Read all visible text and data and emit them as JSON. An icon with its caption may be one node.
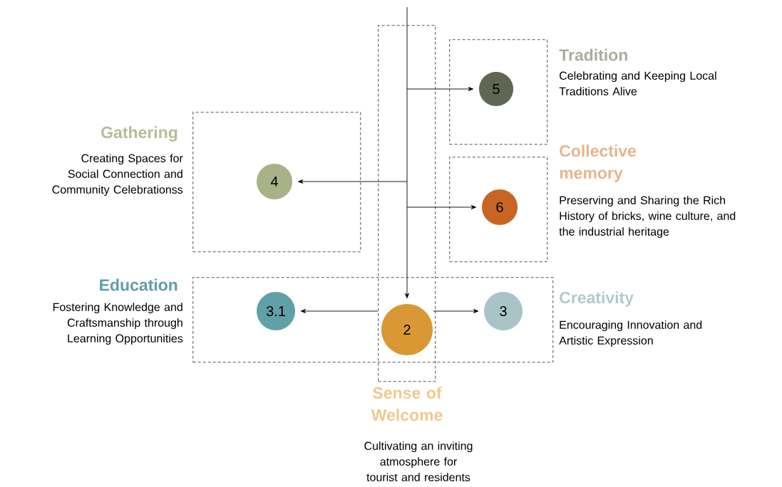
{
  "diagram": {
    "nodes": [
      {
        "text": [
          "Sense of Welcome",
          "Cultivating an inviting atmosphere for tourist and residents"
        ]
      },
      {
        "text": [
          "Tradition",
          "Celebrating and Keeping Local Traditions Alive"
        ]
      },
      {
        "text": [
          "5"
        ],
        "in": 1
      },
      {
        "text": [
          "Gathering",
          "Creating Spaces for Social Connection and Community Celebrationss"
        ]
      },
      {
        "text": [
          "4"
        ],
        "in": 3
      },
      {
        "text": [
          "Collective memory",
          "Preserving and Sharing the Rich History of bricks, wine culture, and the industrial heritage"
        ]
      },
      {
        "text": [
          "6"
        ],
        "in": 5
      },
      {
        "text": [
          "Education",
          "Fostering Knowledge and Craftsmanship through Learning Opportunities",
          "Creativity",
          "Encouraging Innovation and Artistic Expression"
        ]
      },
      {
        "text": [
          "3.1"
        ],
        "in": 7
      },
      {
        "text": [
          "2"
        ]
      },
      {
        "text": [
          "3"
        ],
        "in": 7
      }
    ],
    "edges": [
      {
        "from": null,
        "to": 9,
        "arrow": "to"
      },
      {
        "from": 0,
        "to": 2,
        "arrow": "to"
      },
      {
        "from": 0,
        "to": 4,
        "arrow": "to"
      },
      {
        "from": 0,
        "to": 6,
        "arrow": "to"
      },
      {
        "from": 9,
        "to": 10,
        "arrow": "to"
      },
      {
        "from": 0,
        "to": 8,
        "arrow": "to"
      }
    ]
  }
}
